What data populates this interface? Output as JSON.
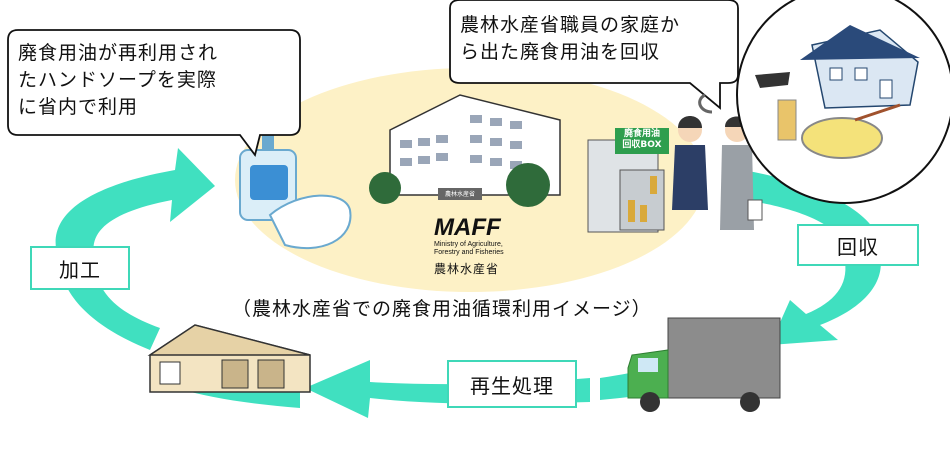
{
  "bubble_left": "廃食用油が再利用され\nたハンドソープを実際\nに省内で利用",
  "bubble_right": "農林水産省職員の家庭か\nら出た廃食用油を回収",
  "box_label": "廃食用油\n回収BOX",
  "logo": {
    "main": "MAFF",
    "sub": "Ministry of Agriculture,\nForestry and Fisheries",
    "jp": "農林水産省"
  },
  "sign_text": "農林水産省",
  "caption": "（農林水産省での廃食用油循環利用イメージ）",
  "steps": {
    "kakou": "加工",
    "kaishu": "回収",
    "saisei": "再生処理"
  },
  "colors": {
    "cycle": "#40e0c0",
    "ellipse": "#fdf1c6",
    "box_green": "#2e9e4e"
  }
}
